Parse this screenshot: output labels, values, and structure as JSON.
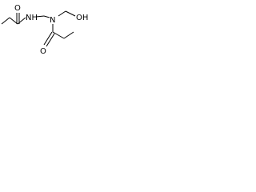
{
  "molecule": {
    "atoms": {
      "o1": "O",
      "nh": "NH",
      "n": "N",
      "oh": "OH",
      "o2": "O"
    },
    "colors": {
      "bond": "#000000",
      "label": "#000000",
      "background": "#ffffff"
    }
  }
}
